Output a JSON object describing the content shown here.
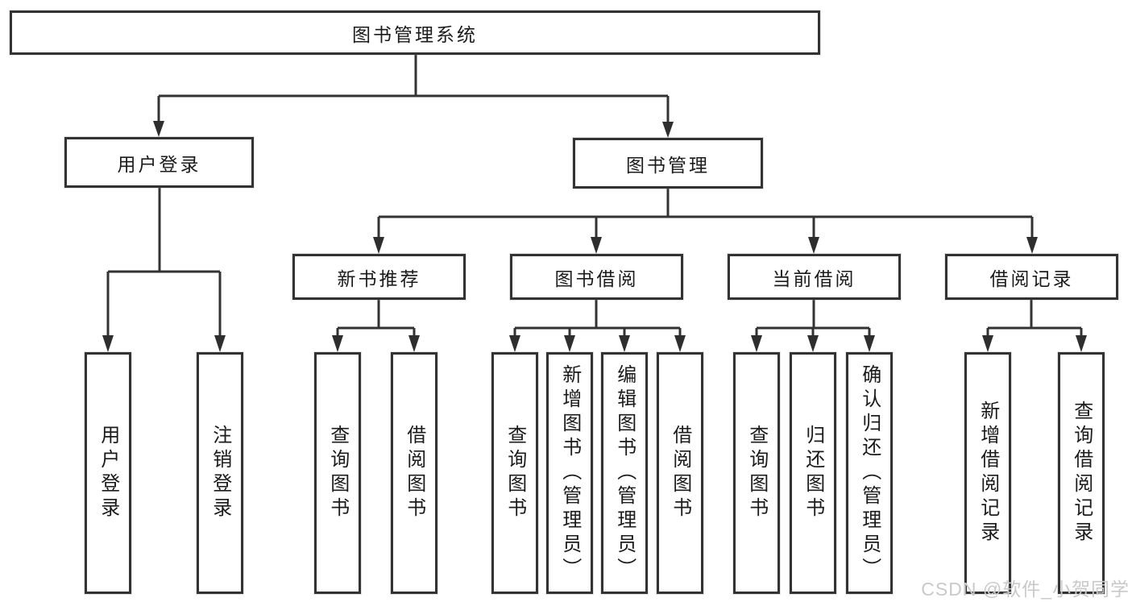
{
  "diagram": {
    "root": {
      "label": "图书管理系统"
    },
    "level2": {
      "user_login": {
        "label": "用户登录"
      },
      "book_mgmt": {
        "label": "图书管理"
      }
    },
    "level3": {
      "new_book_rec": {
        "label": "新书推荐"
      },
      "book_borrow": {
        "label": "图书借阅"
      },
      "current_borrow": {
        "label": "当前借阅"
      },
      "borrow_records": {
        "label": "借阅记录"
      }
    },
    "leaves": {
      "user_login": [
        "用户登录",
        "注销登录"
      ],
      "new_book_rec": [
        "查询图书",
        "借阅图书"
      ],
      "book_borrow": [
        "查询图书",
        "新增图书（管理员）",
        "编辑图书（管理员）",
        "借阅图书"
      ],
      "current_borrow": [
        "查询图书",
        "归还图书",
        "确认归还（管理员）"
      ],
      "borrow_records": [
        "新增借阅记录",
        "查询借阅记录"
      ]
    }
  },
  "watermark": "CSDN @软件_小贺同学",
  "colors": {
    "line": "#333333",
    "box_border": "#333333",
    "text": "#1b1b1b",
    "watermark": "#c9c9c9",
    "background": "#ffffff"
  }
}
